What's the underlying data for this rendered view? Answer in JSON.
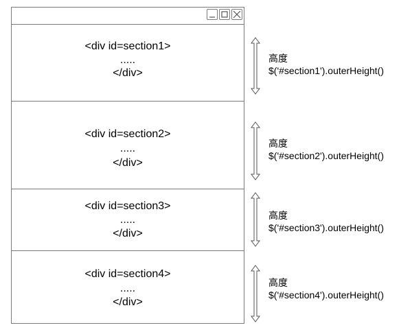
{
  "window": {
    "buttons": {
      "minimize": "minimize",
      "maximize": "maximize",
      "close": "close"
    }
  },
  "sections": [
    {
      "open": "<div id=section1>",
      "dots": ".....",
      "close": "</div>",
      "height_label": "高度",
      "expr": "$('#section1').outerHeight()"
    },
    {
      "open": "<div id=section2>",
      "dots": ".....",
      "close": "</div>",
      "height_label": "高度",
      "expr": "$('#section2').outerHeight()"
    },
    {
      "open": "<div id=section3>",
      "dots": ".....",
      "close": "</div>",
      "height_label": "高度",
      "expr": "$('#section3').outerHeight()"
    },
    {
      "open": "<div id=section4>",
      "dots": ".....",
      "close": "</div>",
      "height_label": "高度",
      "expr": "$('#section4').outerHeight()"
    }
  ]
}
